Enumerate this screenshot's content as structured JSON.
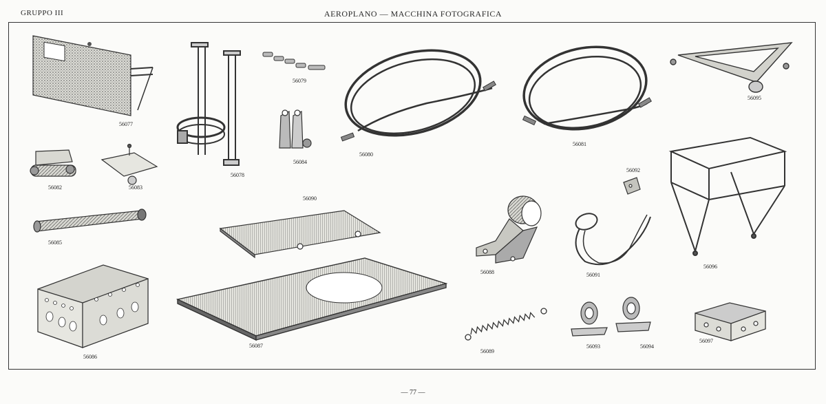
{
  "header": {
    "group": "GRUPPO III",
    "title": "AEROPLANO — MACCHINA FOTOGRAFICA"
  },
  "parts": [
    {
      "code": "56077",
      "icon": "camera-plate-icon"
    },
    {
      "code": "56078",
      "icon": "camera-mount-frame-icon"
    },
    {
      "code": "56079",
      "icon": "chain-link-icon"
    },
    {
      "code": "56080",
      "icon": "control-cable-icon"
    },
    {
      "code": "56081",
      "icon": "control-cable-icon"
    },
    {
      "code": "56082",
      "icon": "bracket-icon"
    },
    {
      "code": "56083",
      "icon": "mounting-plate-icon"
    },
    {
      "code": "56084",
      "icon": "fork-bracket-icon"
    },
    {
      "code": "56085",
      "icon": "tube-icon"
    },
    {
      "code": "56086",
      "icon": "perforated-box-icon"
    },
    {
      "code": "56087",
      "icon": "base-tray-icon"
    },
    {
      "code": "56088",
      "icon": "clamp-bracket-icon"
    },
    {
      "code": "56089",
      "icon": "spring-icon"
    },
    {
      "code": "56090",
      "icon": "cover-plate-icon"
    },
    {
      "code": "56091",
      "icon": "release-cable-icon"
    },
    {
      "code": "56092",
      "icon": "small-plate-icon"
    },
    {
      "code": "56093",
      "icon": "pulley-icon"
    },
    {
      "code": "56094",
      "icon": "pulley-icon"
    },
    {
      "code": "56095",
      "icon": "triangular-support-icon"
    },
    {
      "code": "56096",
      "icon": "support-frame-icon"
    },
    {
      "code": "56097",
      "icon": "small-box-icon"
    }
  ],
  "page": {
    "number": "— 77 —"
  }
}
